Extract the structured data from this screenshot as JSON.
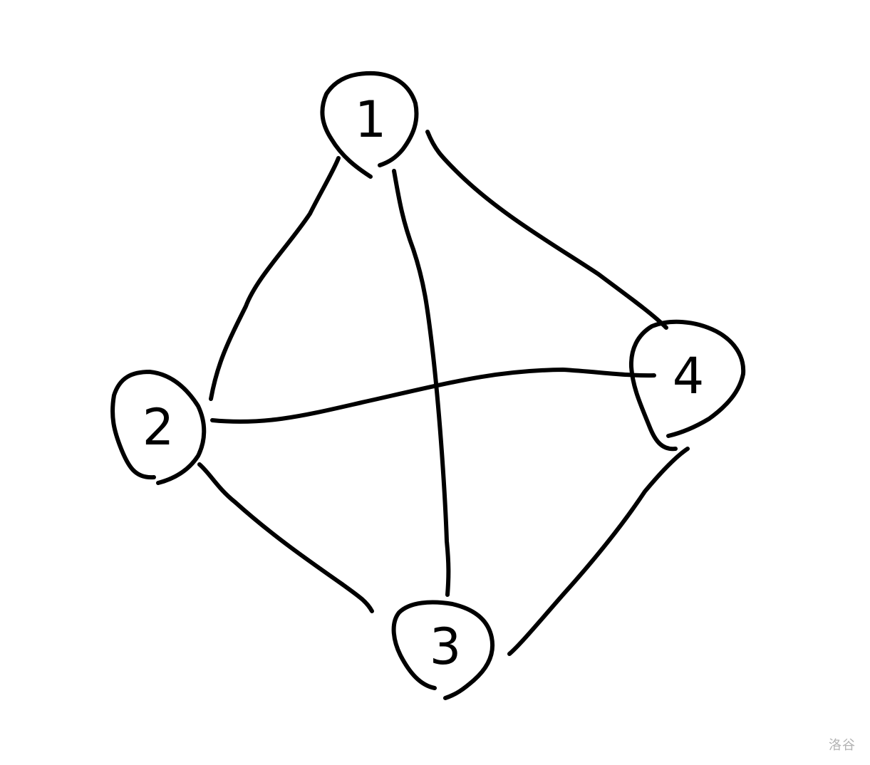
{
  "graph": {
    "nodes": [
      {
        "id": "1",
        "label": "1"
      },
      {
        "id": "2",
        "label": "2"
      },
      {
        "id": "3",
        "label": "3"
      },
      {
        "id": "4",
        "label": "4"
      }
    ],
    "edges": [
      {
        "from": "1",
        "to": "2"
      },
      {
        "from": "1",
        "to": "3"
      },
      {
        "from": "1",
        "to": "4"
      },
      {
        "from": "2",
        "to": "4"
      },
      {
        "from": "2",
        "to": "3"
      },
      {
        "from": "3",
        "to": "4"
      }
    ],
    "stroke_color": "#000000"
  },
  "watermark": {
    "text": "洛谷",
    "color": "#b3b3b3"
  }
}
